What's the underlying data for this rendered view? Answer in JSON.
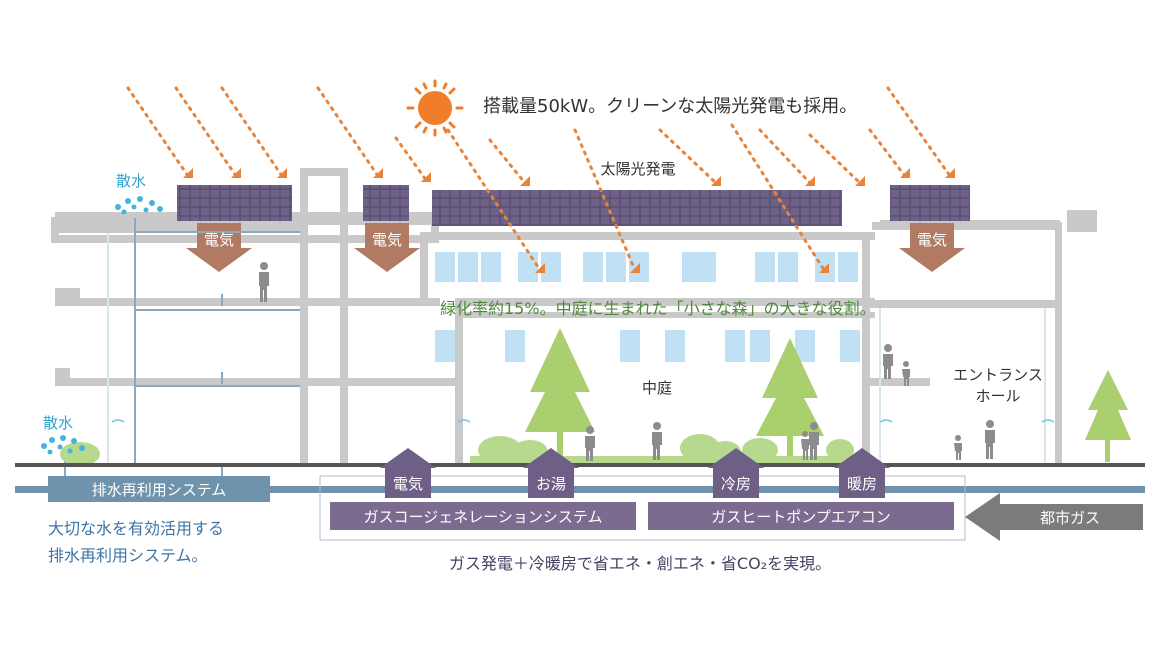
{
  "solar": {
    "headline": "搭載量50kW。クリーンな太陽光発電も採用。",
    "panel_label": "太陽光発電"
  },
  "electricity_labels": [
    "電気",
    "電気",
    "電気"
  ],
  "sprinkler_labels": [
    "散水",
    "散水"
  ],
  "greening": "緑化率約15%。中庭に生まれた「小さな森」の大きな役割。",
  "courtyard": "中庭",
  "entrance": {
    "line1": "エントランス",
    "line2": "ホール"
  },
  "utility_arrows": [
    "電気",
    "お湯",
    "冷房",
    "暖房"
  ],
  "systems": {
    "cogeneration": "ガスコージェネレーションシステム",
    "heat_pump": "ガスヒートポンプエアコン",
    "city_gas": "都市ガス",
    "wastewater": "排水再利用システム"
  },
  "wastewater_note": {
    "line1": "大切な水を有効活用する",
    "line2": "排水再利用システム。"
  },
  "footer_note": "ガス発電＋冷暖房で省エネ・創エネ・省CO₂を実現。",
  "colors": {
    "orange": "#e8833a",
    "brown_arrow": "#b07a63",
    "purple": "#6e5f86",
    "purple_box": "#7a6b8f",
    "blue_pipe": "#6f93ad",
    "light_blue": "#79c4e4",
    "green_text": "#4f8a3b",
    "tree_green": "#a9cf6e",
    "window_blue": "#bfe1f3",
    "gray_struct": "#c8c8c8",
    "city_gas_gray": "#7b7b7b"
  }
}
